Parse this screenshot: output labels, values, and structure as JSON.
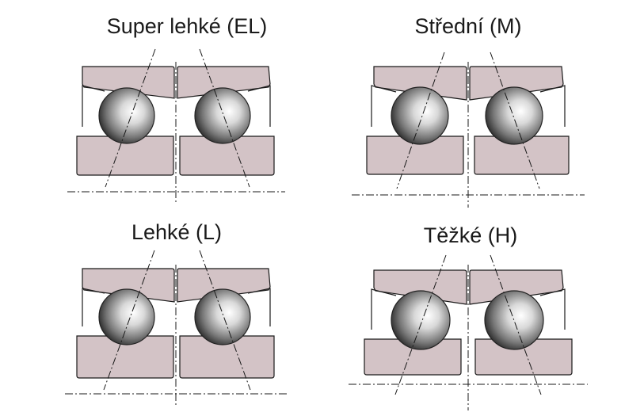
{
  "panels": [
    {
      "id": "el",
      "label": "Super lehké (EL)"
    },
    {
      "id": "m",
      "label": "Střední (M)"
    },
    {
      "id": "l",
      "label": "Lehké (L)"
    },
    {
      "id": "h",
      "label": "Těžké (H)"
    }
  ],
  "colors": {
    "ring_fill": "#d3c3c6",
    "outline": "#1a1a1a",
    "ball_highlight": "#ffffff",
    "ball_shadow": "#2e2e2e"
  }
}
